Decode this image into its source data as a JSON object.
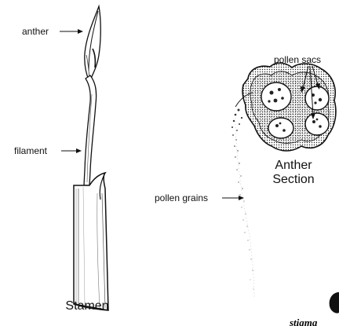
{
  "labels": {
    "anther": "anther",
    "filament": "filament",
    "pollen_sacs": "pollen sacs",
    "pollen_grains": "pollen grains",
    "anther_section_line1": "Anther",
    "anther_section_line2": "Section",
    "stamen": "Stamen",
    "stigma_partial": "stigma"
  },
  "colors": {
    "ink": "#111111",
    "background": "#ffffff"
  }
}
